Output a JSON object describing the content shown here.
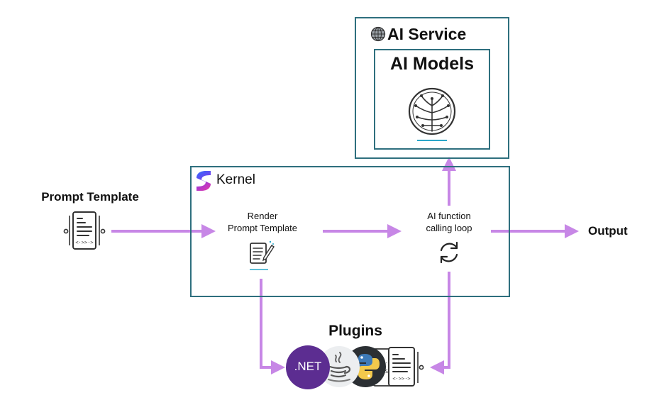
{
  "ai_service": {
    "title": "AI Service",
    "icon": "globe-grid-icon"
  },
  "ai_models": {
    "title": "AI Models",
    "icon": "circuit-tree-icon"
  },
  "kernel": {
    "title": "Kernel",
    "icon": "kernel-logo-icon"
  },
  "prompt_template": {
    "title": "Prompt Template",
    "icon": "document-template-icon"
  },
  "render_step": {
    "line1": "Render",
    "line2": "Prompt Template",
    "icon": "document-pencil-icon"
  },
  "loop_step": {
    "line1": "AI function",
    "line2": "calling loop",
    "icon": "refresh-cycle-icon"
  },
  "output": {
    "label": "Output"
  },
  "plugins": {
    "title": "Plugins",
    "items": [
      {
        "label": ".NET",
        "icon": "dotnet-icon"
      },
      {
        "label": "",
        "icon": "java-icon"
      },
      {
        "label": "",
        "icon": "python-icon"
      },
      {
        "label": "",
        "icon": "document-code-icon"
      }
    ]
  },
  "colors": {
    "arrow": "#c787e6",
    "border": "#2e6f7e",
    "dotnet": "#5c2d91",
    "accent": "#2aa7c9"
  }
}
